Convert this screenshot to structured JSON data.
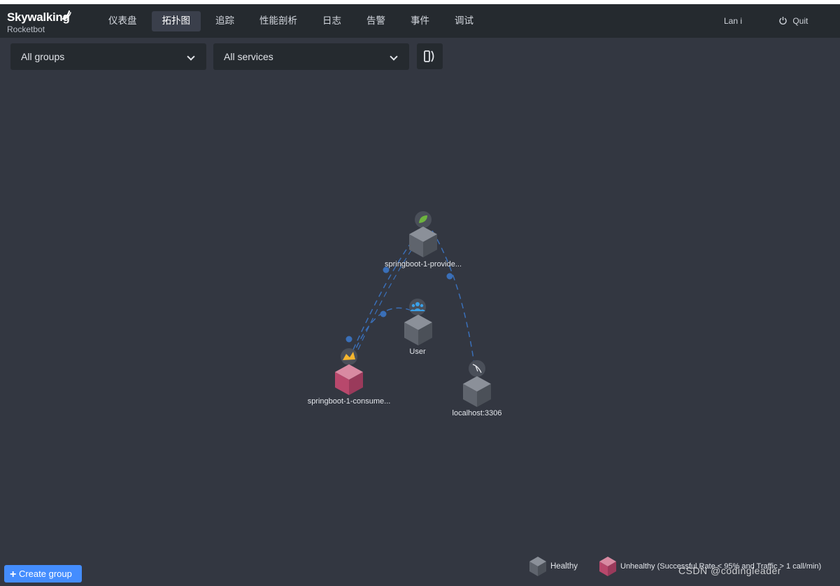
{
  "app": {
    "brand": "Skywalking",
    "sub_brand": "Rocketbot"
  },
  "nav": {
    "items": [
      {
        "label": "仪表盘",
        "active": false
      },
      {
        "label": "拓扑图",
        "active": true
      },
      {
        "label": "追踪",
        "active": false
      },
      {
        "label": "性能剖析",
        "active": false
      },
      {
        "label": "日志",
        "active": false
      },
      {
        "label": "告警",
        "active": false
      },
      {
        "label": "事件",
        "active": false
      },
      {
        "label": "调试",
        "active": false
      }
    ],
    "right_language": "Lan i ",
    "right_quit": "Quit"
  },
  "toolbar": {
    "groups_select": "All groups",
    "services_select": "All services"
  },
  "topology": {
    "nodes": [
      {
        "id": "provider",
        "label": "springboot-1-provide...",
        "status": "healthy",
        "icon": "spring-leaf-icon"
      },
      {
        "id": "user",
        "label": "User",
        "status": "healthy",
        "icon": "users-icon"
      },
      {
        "id": "consumer",
        "label": "springboot-1-consume...",
        "status": "unhealthy",
        "icon": "tomcat-icon"
      },
      {
        "id": "mysql",
        "label": "localhost:3306",
        "status": "healthy",
        "icon": "mysql-icon"
      }
    ],
    "edges": [
      {
        "from": "consumer",
        "to": "provider"
      },
      {
        "from": "user",
        "to": "consumer"
      },
      {
        "from": "provider",
        "to": "mysql"
      }
    ]
  },
  "legend": {
    "healthy": "Healthy",
    "unhealthy": "Unhealthy (Successful Rate < 95% and Traffic > 1 call/min)"
  },
  "footer": {
    "create_group": "Create group",
    "watermark": "CSDN @codingleader"
  },
  "colors": {
    "background": "#333741",
    "navbar": "#252a2f",
    "healthy_node": "#6b7079",
    "unhealthy_node": "#c3597a",
    "edge": "#3a6fb8",
    "primary_button": "#448dfe"
  }
}
